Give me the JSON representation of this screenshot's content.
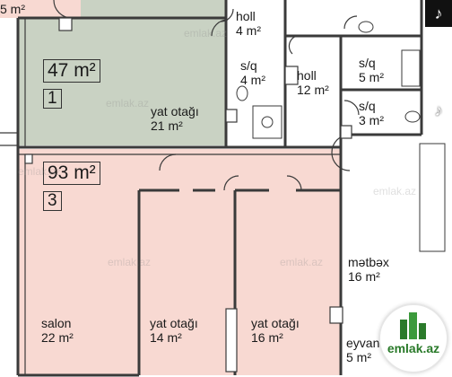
{
  "colors": {
    "apt47": "#c9d2c3",
    "apt93": "#f8d9d2",
    "common": "#ffffff",
    "wall": "#3a3a3a"
  },
  "apartments": [
    {
      "area": "47 m²",
      "rooms": "1"
    },
    {
      "area": "93 m²",
      "rooms": "3"
    }
  ],
  "rooms": [
    {
      "name": "",
      "area": "5 m²"
    },
    {
      "name": "holl",
      "area": "4 m²"
    },
    {
      "name": "s/q",
      "area": "4 m²"
    },
    {
      "name": "yat otağı",
      "area": "21 m²"
    },
    {
      "name": "holl",
      "area": "12 m²"
    },
    {
      "name": "s/q",
      "area": "5 m²"
    },
    {
      "name": "s/q",
      "area": "3 m²"
    },
    {
      "name": "mətbəx",
      "area": "16 m²"
    },
    {
      "name": "salon",
      "area": "22 m²"
    },
    {
      "name": "yat otağı",
      "area": "14 m²"
    },
    {
      "name": "yat otağı",
      "area": "16 m²"
    },
    {
      "name": "eyvan",
      "area": "5 m²"
    }
  ],
  "watermark": "emlak.az",
  "logo": {
    "text": "emlak.az"
  },
  "icons": {
    "music": "music-note-icon"
  }
}
